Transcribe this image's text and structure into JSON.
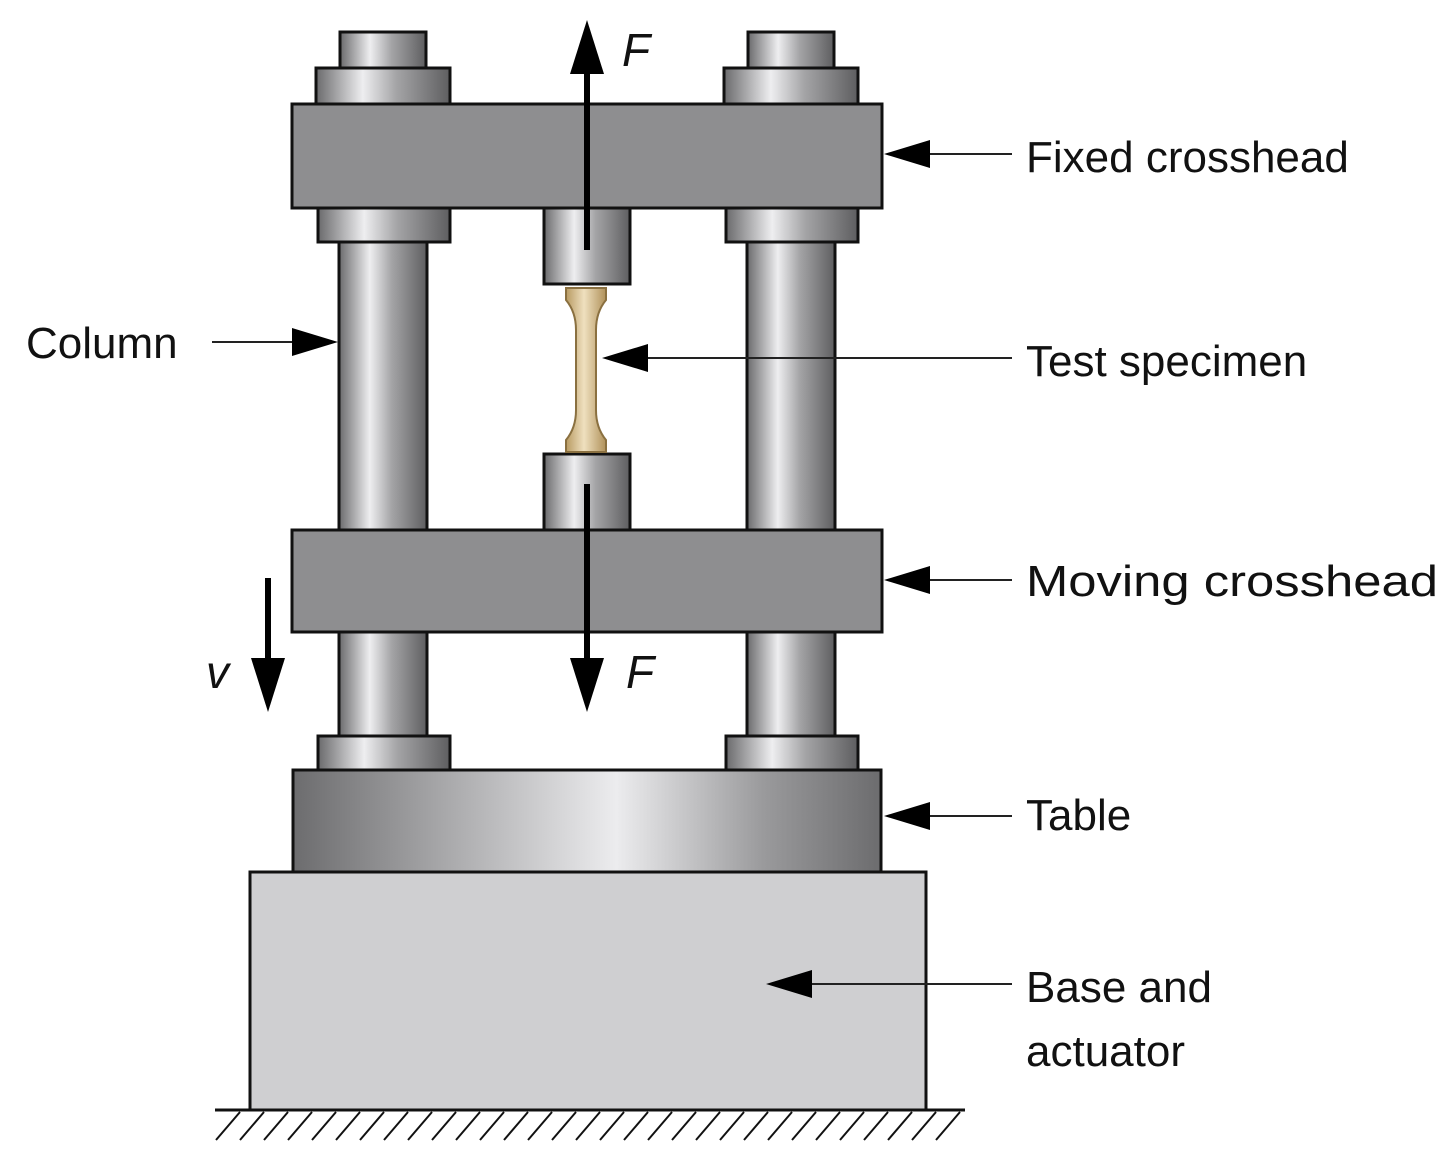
{
  "labels": {
    "fixed_crosshead": "Fixed crosshead",
    "column": "Column",
    "test_specimen": "Test specimen",
    "moving_crosshead": "Moving crosshead",
    "table": "Table",
    "base_line1": "Base and",
    "base_line2": "actuator"
  },
  "symbols": {
    "force_top": "F",
    "force_bottom": "F",
    "velocity": "v"
  },
  "colors": {
    "steel_dark": "#6e6e70",
    "steel_mid": "#8e8e90",
    "steel_light": "#e6e6e8",
    "base": "#cfcfd1",
    "specimen": "#d9c49a",
    "outline": "#111111"
  }
}
